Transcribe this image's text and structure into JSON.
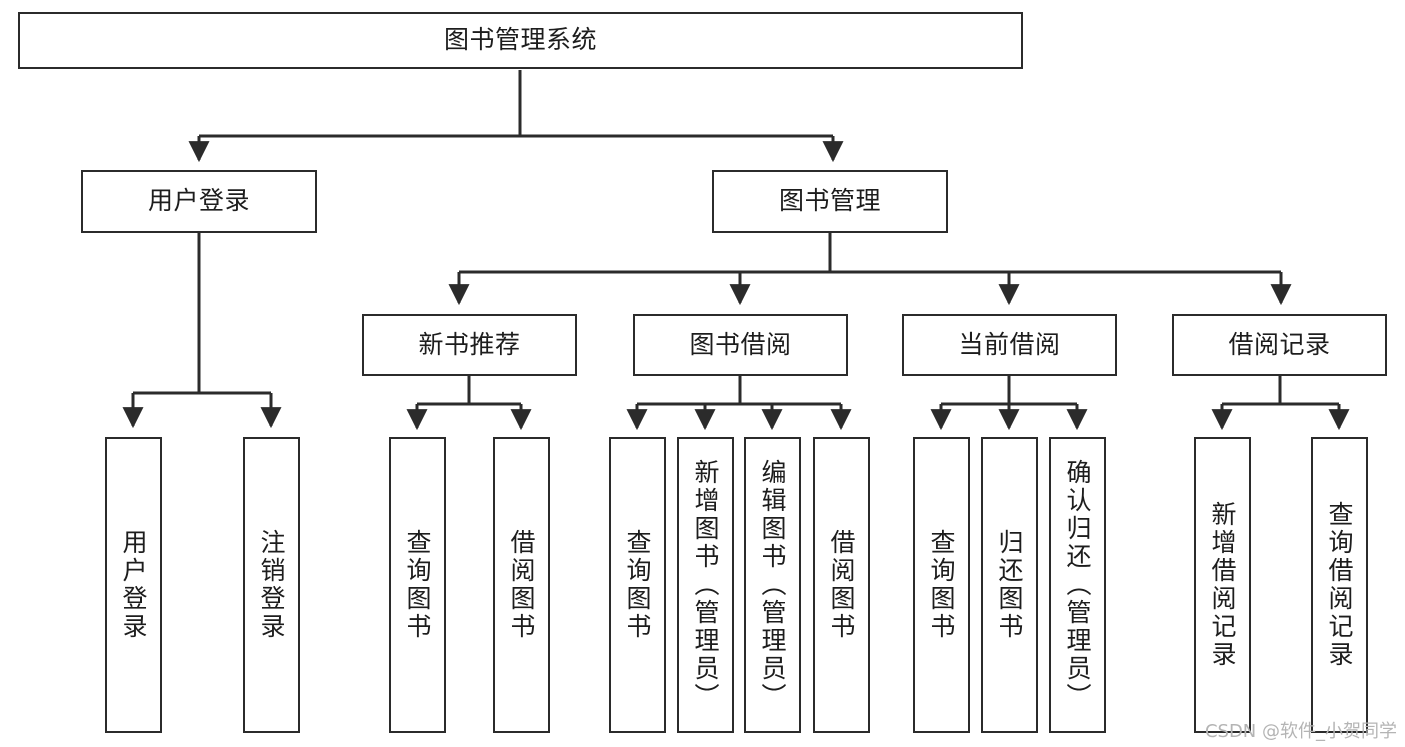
{
  "diagram": {
    "title": "图书管理系统",
    "type": "tree",
    "orientation": "top-down",
    "colors": {
      "node_border": "#2b2b2b",
      "node_fill": "#ffffff",
      "connector": "#2b2b2b",
      "text": "#1d1d1d",
      "watermark": "#b4b4b4"
    },
    "nodes": {
      "root": {
        "label": "图书管理系统",
        "level": 1
      },
      "level2": [
        {
          "id": "user-login",
          "label": "用户登录"
        },
        {
          "id": "book-manage",
          "label": "图书管理"
        }
      ],
      "level3": [
        {
          "id": "new-book-recommend",
          "label": "新书推荐",
          "parent": "book-manage"
        },
        {
          "id": "book-borrow",
          "label": "图书借阅",
          "parent": "book-manage"
        },
        {
          "id": "current-borrow",
          "label": "当前借阅",
          "parent": "book-manage"
        },
        {
          "id": "borrow-record",
          "label": "借阅记录",
          "parent": "book-manage"
        }
      ],
      "leaves": [
        {
          "id": "leaf-user-login",
          "label": "用户登录",
          "parent": "user-login"
        },
        {
          "id": "leaf-logout",
          "label": "注销登录",
          "parent": "user-login"
        },
        {
          "id": "leaf-query-book-1",
          "label": "查询图书",
          "parent": "new-book-recommend"
        },
        {
          "id": "leaf-borrow-book-1",
          "label": "借阅图书",
          "parent": "new-book-recommend"
        },
        {
          "id": "leaf-query-book-2",
          "label": "查询图书",
          "parent": "book-borrow"
        },
        {
          "id": "leaf-add-book",
          "label": "新增图书（管理员）",
          "parent": "book-borrow"
        },
        {
          "id": "leaf-edit-book",
          "label": "编辑图书（管理员）",
          "parent": "book-borrow"
        },
        {
          "id": "leaf-borrow-book-2",
          "label": "借阅图书",
          "parent": "book-borrow"
        },
        {
          "id": "leaf-query-book-3",
          "label": "查询图书",
          "parent": "current-borrow"
        },
        {
          "id": "leaf-return-book",
          "label": "归还图书",
          "parent": "current-borrow"
        },
        {
          "id": "leaf-confirm-return",
          "label": "确认归还（管理员）",
          "parent": "current-borrow"
        },
        {
          "id": "leaf-add-record",
          "label": "新增借阅记录",
          "parent": "borrow-record"
        },
        {
          "id": "leaf-query-record",
          "label": "查询借阅记录",
          "parent": "borrow-record"
        }
      ]
    }
  },
  "watermark": {
    "text": "CSDN @软件_小贺同学"
  }
}
